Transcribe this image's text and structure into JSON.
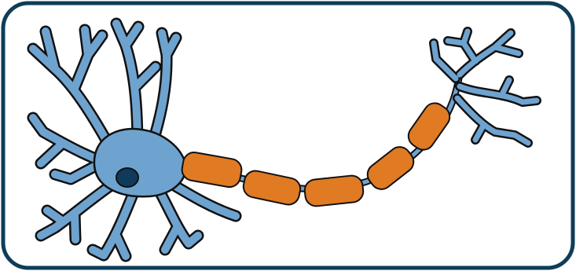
{
  "diagram": {
    "type": "neuron-illustration",
    "parts": [
      "dendrites",
      "cell-body",
      "nucleus",
      "axon",
      "myelin-sheath",
      "axon-terminals"
    ],
    "myelin_segment_count": 5,
    "colors": {
      "frame_border": "#0f3d57",
      "background": "#ffffff",
      "neuron_fill": "#6fa3cf",
      "outline": "#111111",
      "nucleus": "#0e3b5c",
      "myelin": "#e07a23"
    }
  }
}
